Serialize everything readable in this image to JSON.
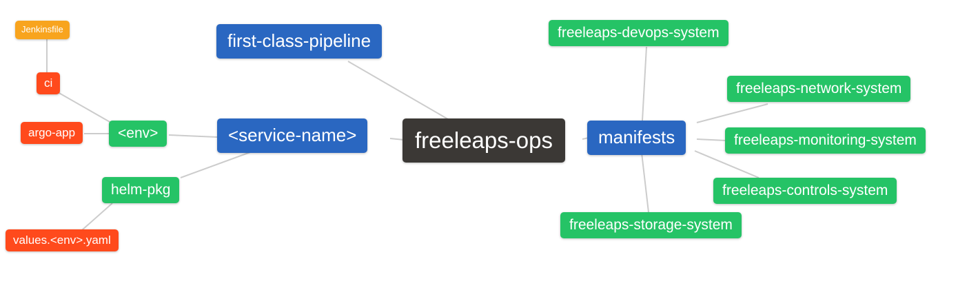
{
  "diagram": {
    "type": "mindmap",
    "root": "freeleaps-ops",
    "edges": [
      [
        "freeleaps-ops",
        "first-class-pipeline"
      ],
      [
        "freeleaps-ops",
        "<service-name>"
      ],
      [
        "freeleaps-ops",
        "manifests"
      ],
      [
        "<service-name>",
        "<env>"
      ],
      [
        "<service-name>",
        "helm-pkg"
      ],
      [
        "<env>",
        "ci"
      ],
      [
        "<env>",
        "argo-app"
      ],
      [
        "ci",
        "Jenkinsfile"
      ],
      [
        "helm-pkg",
        "values.<env>.yaml"
      ],
      [
        "manifests",
        "freeleaps-devops-system"
      ],
      [
        "manifests",
        "freeleaps-network-system"
      ],
      [
        "manifests",
        "freeleaps-monitoring-system"
      ],
      [
        "manifests",
        "freeleaps-controls-system"
      ],
      [
        "manifests",
        "freeleaps-storage-system"
      ]
    ]
  },
  "nodes": {
    "freeleaps_ops": {
      "label": "freeleaps-ops",
      "level": 0
    },
    "first_class_pipeline": {
      "label": "first-class-pipeline",
      "level": 1
    },
    "service_name": {
      "label": "<service-name>",
      "level": 1
    },
    "manifests": {
      "label": "manifests",
      "level": 1
    },
    "env": {
      "label": "<env>",
      "level": 2
    },
    "helm_pkg": {
      "label": "helm-pkg",
      "level": 2
    },
    "devops_system": {
      "label": "freeleaps-devops-system",
      "level": 2
    },
    "network_system": {
      "label": "freeleaps-network-system",
      "level": 2
    },
    "monitoring_system": {
      "label": "freeleaps-monitoring-system",
      "level": 2
    },
    "controls_system": {
      "label": "freeleaps-controls-system",
      "level": 2
    },
    "storage_system": {
      "label": "freeleaps-storage-system",
      "level": 2
    },
    "ci": {
      "label": "ci",
      "level": 3
    },
    "argo_app": {
      "label": "argo-app",
      "level": 3
    },
    "values_env_yaml": {
      "label": "values.<env>.yaml",
      "level": 3
    },
    "jenkinsfile": {
      "label": "Jenkinsfile",
      "level": 4
    }
  },
  "colors": {
    "root_bg": "#3B3835",
    "level1": "#2A67C1",
    "level2": "#25C366",
    "level3": "#FF4A1C",
    "level4": "#F8A41E",
    "edge": "#CCCCCC",
    "text": "#FFFFFF",
    "background": "#FFFFFF"
  }
}
